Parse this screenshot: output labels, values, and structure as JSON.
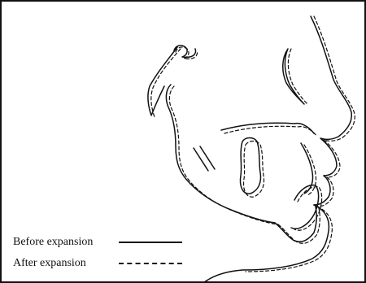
{
  "legend": {
    "items": [
      {
        "label": "Before expansion",
        "style": "solid"
      },
      {
        "label": "After expansion",
        "style": "dashed"
      }
    ]
  },
  "colors": {
    "line": "#111111",
    "background": "#ffffff"
  }
}
